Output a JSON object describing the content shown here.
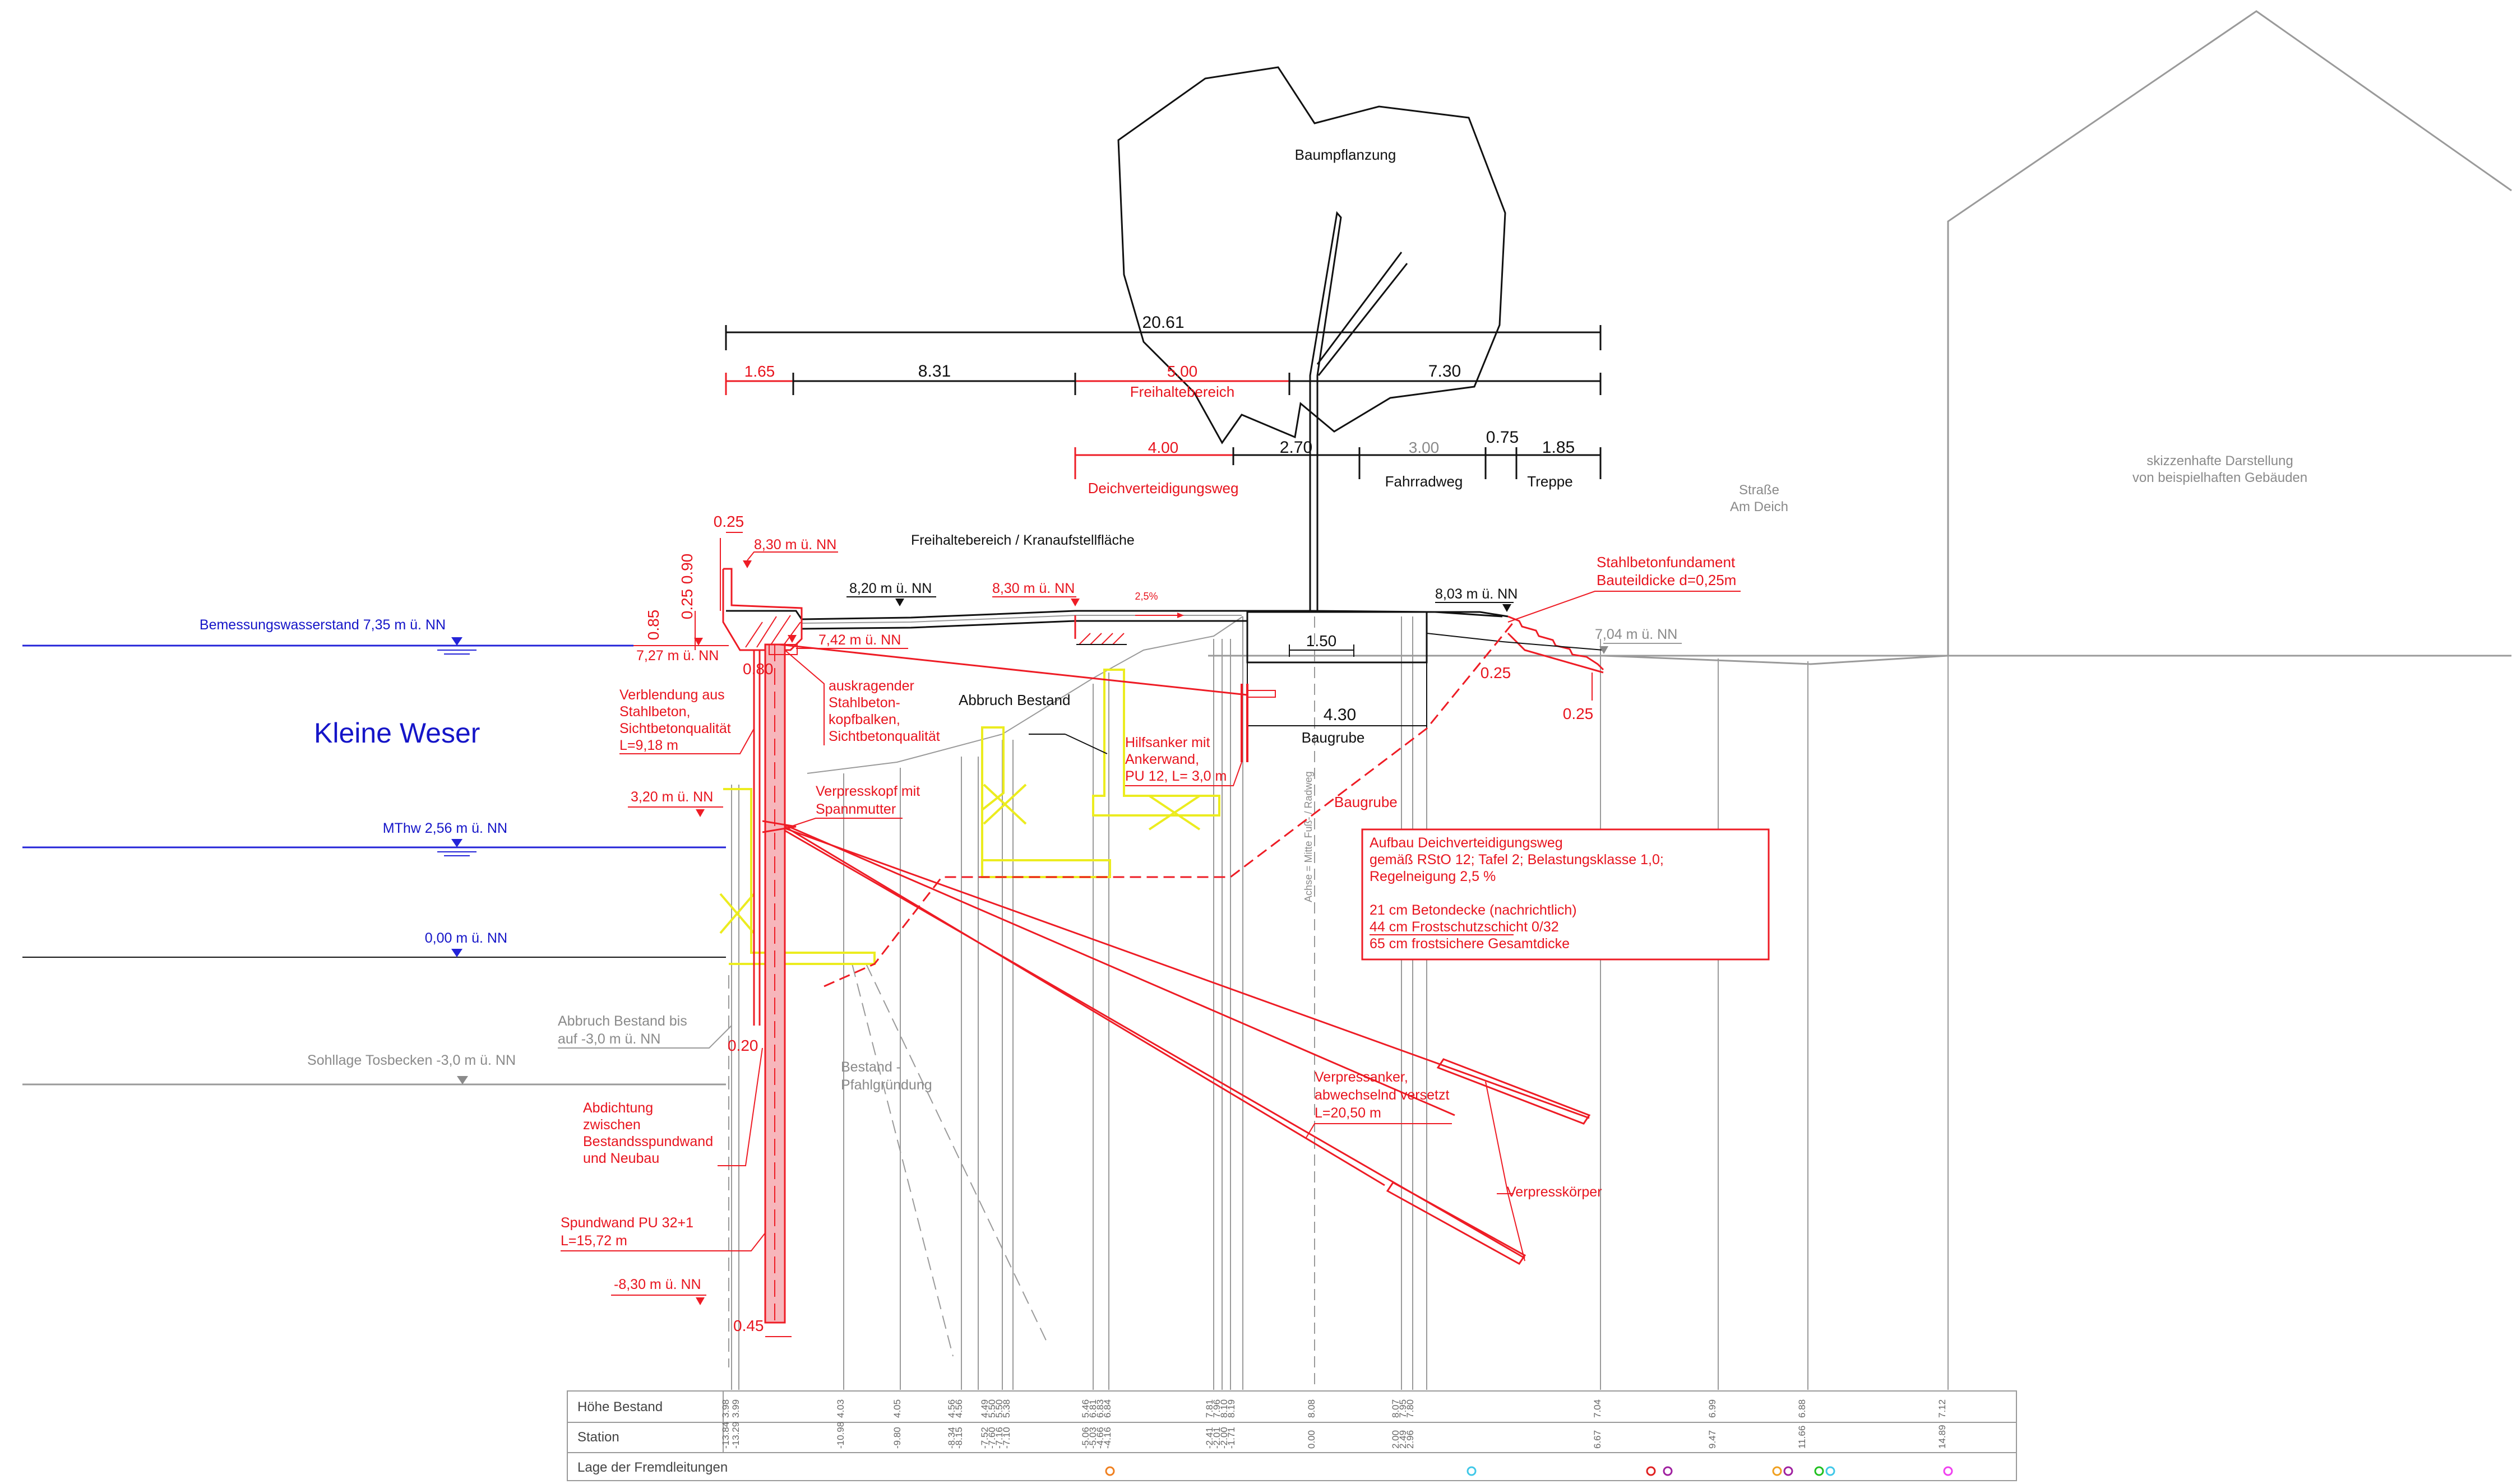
{
  "tree": {
    "label": "Baumpflanzung"
  },
  "dimensions": {
    "total": "20.61",
    "row1": [
      "1.65",
      "8.31",
      "5.00",
      "7.30"
    ],
    "row1_caption": "Freihaltebereich",
    "row2": [
      "4.00",
      "2.70",
      "3.00",
      "0.75",
      "1.85"
    ],
    "row2_red_caption": "Deichverteidigungsweg",
    "fahrradweg": "Fahrradweg",
    "treppe": "Treppe",
    "small": {
      "d025_top": "0.25",
      "d090": "0.90",
      "d025_mid": "0.25",
      "d085": "0.85",
      "d080": "0.80",
      "d150": "1.50",
      "d430": "4.30",
      "d025_r1": "0.25",
      "d025_r2": "0.25",
      "d020": "0.20",
      "d045": "0.45"
    },
    "slope": "2,5%"
  },
  "levels": {
    "bemessung": "Bemessungswasserstand 7,35 m ü. NN",
    "mthw": "MThw 2,56 m ü. NN",
    "zero": "0,00 m ü. NN",
    "sohle": "Sohllage Tosbecken -3,0 m ü. NN",
    "l830a": "8,30 m ü. NN",
    "l820": "8,20 m ü. NN",
    "l830b": "8,30 m ü. NN",
    "l803": "8,03 m ü. NN",
    "l704": "7,04 m ü. NN",
    "l727": "7,27 m ü. NN",
    "l742": "7,42 m ü. NN",
    "l320": "3,20 m ü. NN",
    "lm830": "-8,30 m ü. NN"
  },
  "labels": {
    "water": "Kleine Weser",
    "freihalte_kran": "Freihaltebereich / Kranaufstellfläche",
    "strasse": [
      "Straße",
      "Am Deich"
    ],
    "skizze": [
      "skizzenhafte Darstellung",
      "von beispielhaften Gebäuden"
    ],
    "fundament": [
      "Stahlbetonfundament",
      "Bauteildicke d=0,25m"
    ],
    "kopfbalken": [
      "auskragender",
      "Stahlbeton-",
      "kopfbalken,",
      "Sichtbetonqualität"
    ],
    "verblendung": [
      "Verblendung aus",
      "Stahlbeton,",
      "Sichtbetonqualität",
      "L=9,18 m"
    ],
    "abbruch": "Abbruch Bestand",
    "hilfsanker": [
      "Hilfsanker mit",
      "Ankerwand,",
      "PU 12, L= 3,0 m"
    ],
    "baugrube_top": "Baugrube",
    "baugrube_red": "Baugrube",
    "verpresskopf": [
      "Verpresskopf mit",
      "Spannmutter"
    ],
    "achse": "Achse = Mitte Fuß- / Radweg",
    "abbruch_bis": [
      "Abbruch Bestand bis",
      "auf -3,0 m ü. NN"
    ],
    "bestand_pfahl": [
      "Bestand -",
      "Pfahlgründung"
    ],
    "abdichtung": [
      "Abdichtung",
      "zwischen",
      "Bestandsspundwand",
      "und Neubau"
    ],
    "spundwand": [
      "Spundwand PU 32+1",
      "L=15,72 m"
    ],
    "verpressanker": [
      "Verpressanker,",
      "abwechselnd versetzt",
      "L=20,50 m"
    ],
    "verpresskoerper": "Verpresskörper",
    "aufbau": [
      "Aufbau Deichverteidigungsweg",
      "gemäß RStO 12; Tafel 2; Belastungsklasse 1,0;",
      "Regelneigung 2,5 %",
      "",
      "21 cm Betondecke (nachrichtlich)",
      "44 cm Frostschutzschicht 0/32",
      "65 cm frostsichere Gesamtdicke"
    ]
  },
  "table": {
    "row_labels": [
      "Höhe Bestand",
      "Station",
      "Lage der Fremdleitungen"
    ],
    "hoehe": [
      "3.98",
      "3.99",
      "4.03",
      "4.05",
      "4.56",
      "4.56",
      "4.49",
      "5.50",
      "5.50",
      "5.38",
      "5.46",
      "6.81",
      "6.83",
      "6.84",
      "7.81",
      "7.96",
      "8.10",
      "8.19",
      "8.08",
      "8.07",
      "7.95",
      "7.80",
      "7.04",
      "6.99",
      "6.88",
      "7.12"
    ],
    "station": [
      "-13.84",
      "-13.29",
      "-10.98",
      "-9.80",
      "-8.34",
      "-8.15",
      "-7.52",
      "-7.60",
      "-7.16",
      "-7.10",
      "-5.06",
      "-5.03",
      "-4.66",
      "-4.16",
      "-2.41",
      "-2.01",
      "-2.00",
      "-1.71",
      "0.00",
      "2.00",
      "2.49",
      "2.96",
      "6.67",
      "9.47",
      "11.66",
      "14.89"
    ],
    "leitung_colors": [
      "#f08020",
      "#40c8e8",
      "#e02020",
      "#a020a0",
      "#f0a020",
      "#a020a0",
      "#20c020",
      "#40c8e8",
      "#f040f0"
    ]
  },
  "colors": {
    "red": "#ee1c25",
    "yellow": "#ecec1f",
    "blue": "#2323d8",
    "grey": "#9a9a9a",
    "pink_fill": "#f7b6bb"
  }
}
